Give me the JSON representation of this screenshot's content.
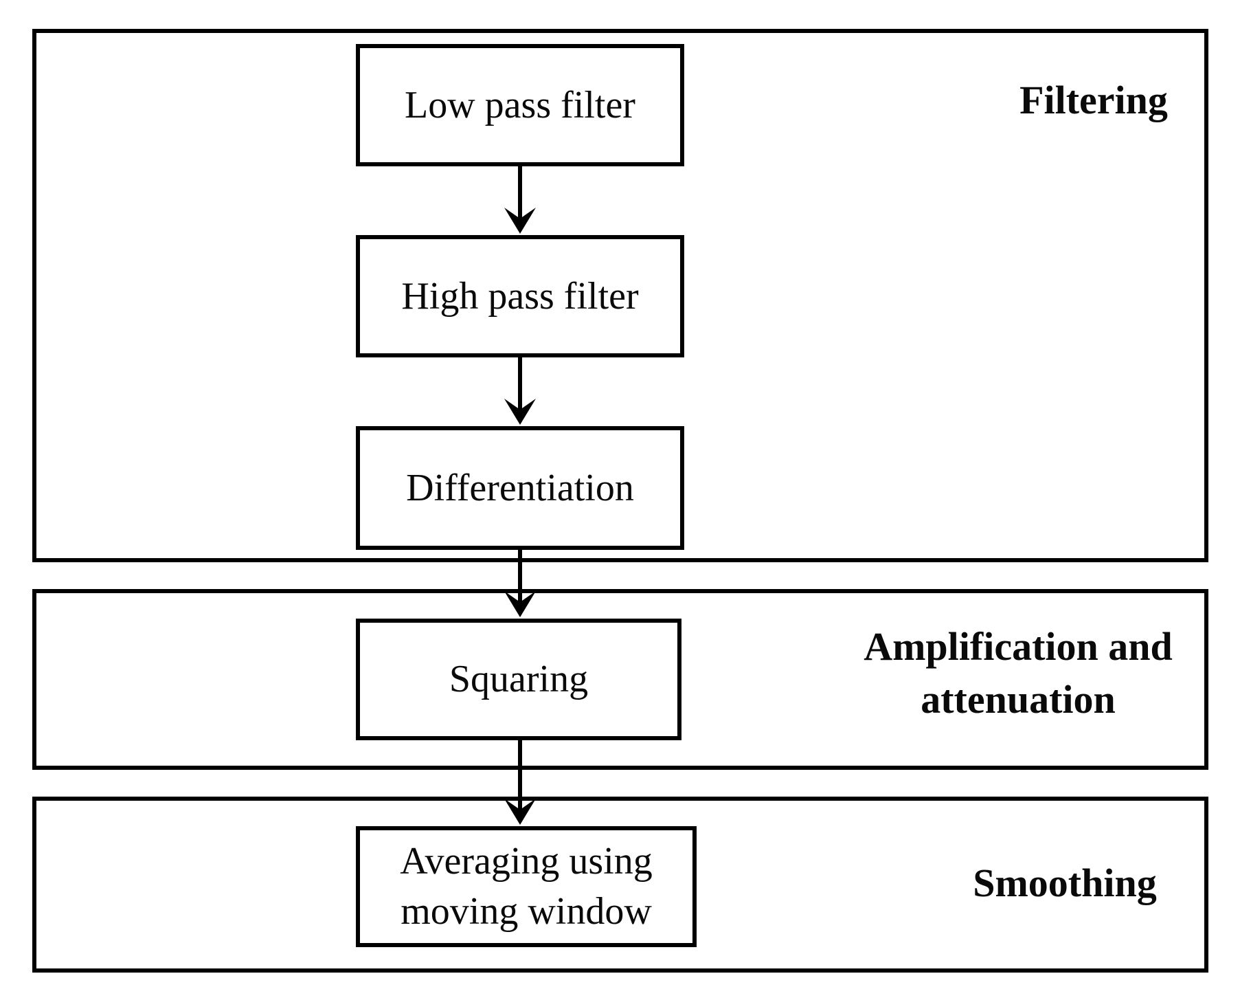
{
  "diagram": {
    "panels": [
      {
        "id": "filtering",
        "label": "Filtering"
      },
      {
        "id": "amplification-attenuation",
        "label": "Amplification and attenuation"
      },
      {
        "id": "smoothing",
        "label": "Smoothing"
      }
    ],
    "steps": [
      {
        "id": "low-pass-filter",
        "label": "Low pass filter"
      },
      {
        "id": "high-pass-filter",
        "label": "High pass filter"
      },
      {
        "id": "differentiation",
        "label": "Differentiation"
      },
      {
        "id": "squaring",
        "label": "Squaring"
      },
      {
        "id": "averaging-moving-window",
        "label": "Averaging using moving window"
      }
    ],
    "flow_order": [
      "Low pass filter",
      "High pass filter",
      "Differentiation",
      "Squaring",
      "Averaging using moving window"
    ],
    "colors": {
      "line": "#000000",
      "background": "#ffffff",
      "text": "#0a0a0a"
    }
  }
}
